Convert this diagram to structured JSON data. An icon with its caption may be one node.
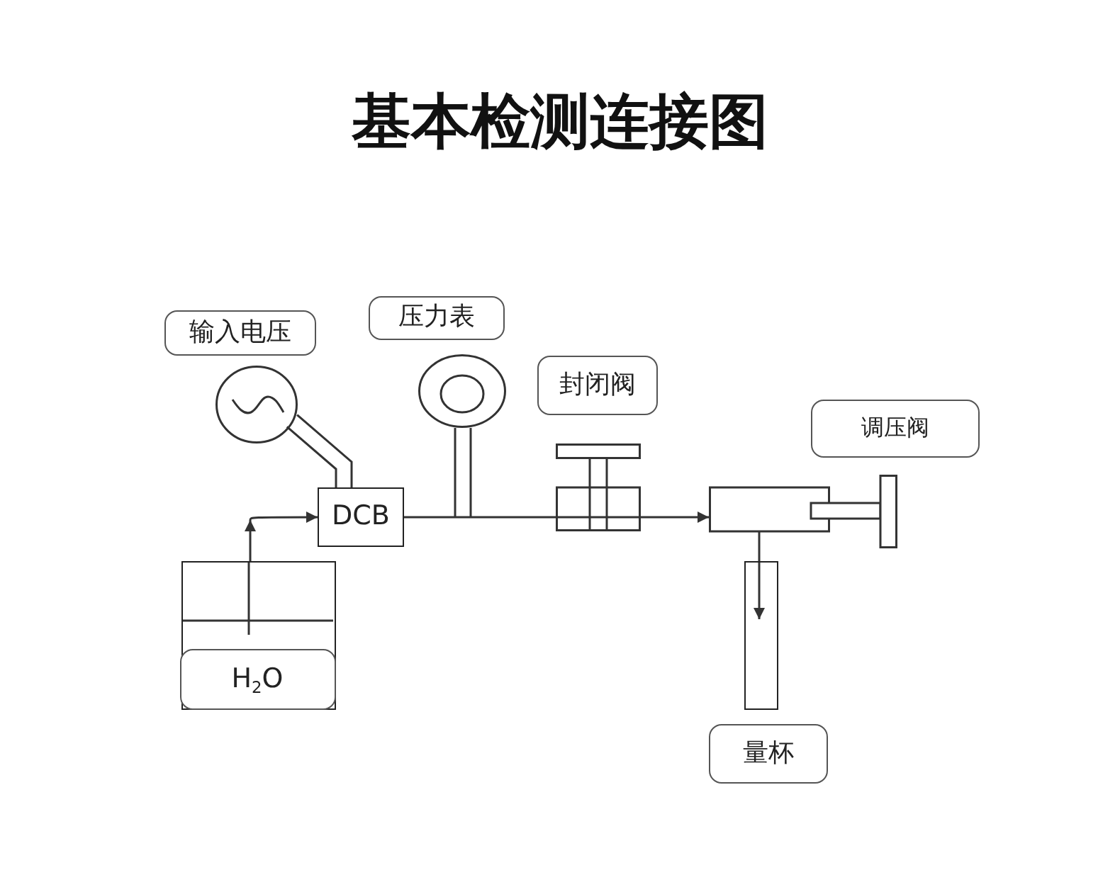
{
  "diagram": {
    "title": "基本检测连接图",
    "nodes": [
      {
        "text": [
          "输入电压"
        ]
      },
      {
        "text": [
          "压力表"
        ]
      },
      {
        "text": [],
        "shape": "circle"
      },
      {
        "text": [],
        "shape": "circle"
      },
      {
        "text": [
          "封闭阀"
        ]
      },
      {
        "text": [
          "调压阀"
        ]
      },
      {
        "text": [],
        "shape": "picture"
      },
      {
        "text": [
          "DCB"
        ]
      },
      {
        "text": [],
        "shape": "picture"
      },
      {
        "text": [],
        "shape": "box"
      },
      {
        "text": [
          "H$_{2}$O"
        ],
        "in": 9
      },
      {
        "text": [],
        "shape": "bar"
      },
      {
        "text": [
          "量杯"
        ]
      }
    ],
    "edges": [
      {
        "from": 9,
        "to": 7,
        "arrow": "to"
      },
      {
        "from": 2,
        "to": 7,
        "arrow": "none"
      },
      {
        "from": 7,
        "to": 3,
        "arrow": "none"
      },
      {
        "from": 7,
        "to": 6,
        "arrow": "none"
      },
      {
        "from": 6,
        "to": 8,
        "arrow": "to"
      },
      {
        "from": 8,
        "to": 11,
        "arrow": "to"
      }
    ]
  }
}
